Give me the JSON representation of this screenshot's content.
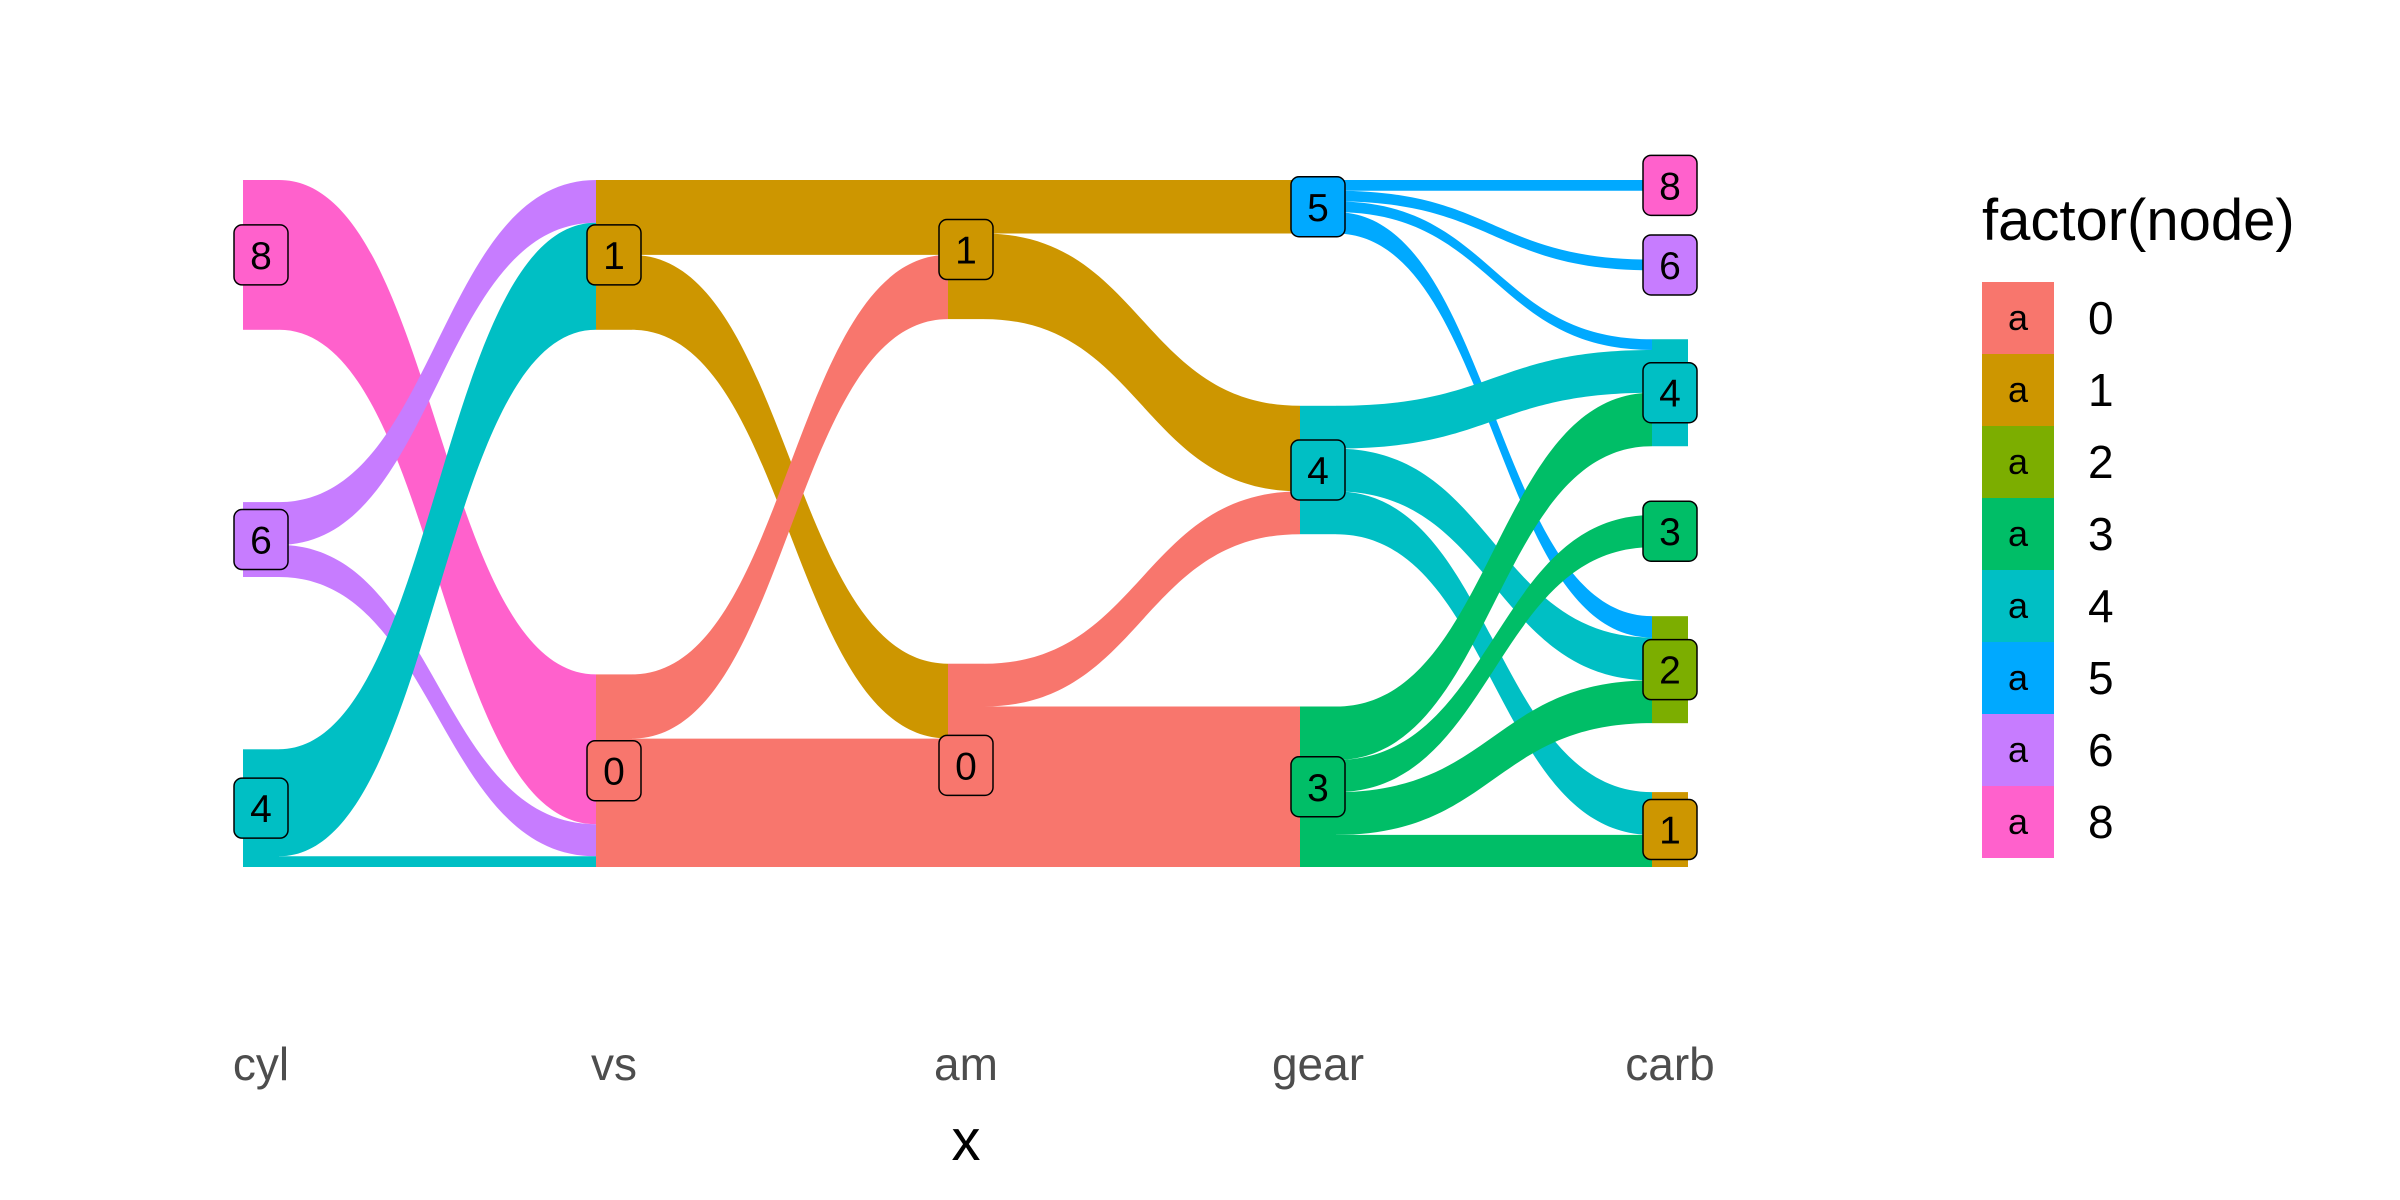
{
  "chart_data": {
    "type": "sankey",
    "title": "",
    "xlabel": "x",
    "ylabel": "",
    "grid": false,
    "legend": {
      "title": "factor(node)",
      "placement": "right",
      "key_glyph": "a",
      "entries": [
        {
          "label": "0",
          "color": "#F8766D"
        },
        {
          "label": "1",
          "color": "#CD9600"
        },
        {
          "label": "2",
          "color": "#7CAE00"
        },
        {
          "label": "3",
          "color": "#00BE67"
        },
        {
          "label": "4",
          "color": "#00BFC4"
        },
        {
          "label": "5",
          "color": "#00A9FF"
        },
        {
          "label": "6",
          "color": "#C77CFF"
        },
        {
          "label": "8",
          "color": "#FF61CC"
        }
      ]
    },
    "axes": [
      "cyl",
      "vs",
      "am",
      "gear",
      "carb"
    ],
    "colors": {
      "0": "#F8766D",
      "1": "#CD9600",
      "2": "#7CAE00",
      "3": "#00BE67",
      "4": "#00BFC4",
      "5": "#00A9FF",
      "6": "#C77CFF",
      "8": "#FF61CC"
    },
    "nodes": [
      {
        "axis": "cyl",
        "levels": [
          {
            "label": "8",
            "count": 14
          },
          {
            "label": "6",
            "count": 7
          },
          {
            "label": "4",
            "count": 11
          }
        ]
      },
      {
        "axis": "vs",
        "levels": [
          {
            "label": "1",
            "count": 14
          },
          {
            "label": "0",
            "count": 18
          }
        ]
      },
      {
        "axis": "am",
        "levels": [
          {
            "label": "1",
            "count": 13
          },
          {
            "label": "0",
            "count": 19
          }
        ]
      },
      {
        "axis": "gear",
        "levels": [
          {
            "label": "5",
            "count": 5
          },
          {
            "label": "4",
            "count": 12
          },
          {
            "label": "3",
            "count": 15
          }
        ]
      },
      {
        "axis": "carb",
        "levels": [
          {
            "label": "8",
            "count": 1
          },
          {
            "label": "6",
            "count": 1
          },
          {
            "label": "4",
            "count": 10
          },
          {
            "label": "3",
            "count": 3
          },
          {
            "label": "2",
            "count": 10
          },
          {
            "label": "1",
            "count": 7
          }
        ]
      }
    ],
    "flows": [
      {
        "from_axis": "cyl",
        "from": "8",
        "to": "0",
        "value": 14
      },
      {
        "from_axis": "cyl",
        "from": "6",
        "to": "1",
        "value": 4
      },
      {
        "from_axis": "cyl",
        "from": "6",
        "to": "0",
        "value": 3
      },
      {
        "from_axis": "cyl",
        "from": "4",
        "to": "1",
        "value": 10
      },
      {
        "from_axis": "cyl",
        "from": "4",
        "to": "0",
        "value": 1
      },
      {
        "from_axis": "vs",
        "from": "1",
        "to": "1",
        "value": 7
      },
      {
        "from_axis": "vs",
        "from": "1",
        "to": "0",
        "value": 7
      },
      {
        "from_axis": "vs",
        "from": "0",
        "to": "1",
        "value": 6
      },
      {
        "from_axis": "vs",
        "from": "0",
        "to": "0",
        "value": 12
      },
      {
        "from_axis": "am",
        "from": "1",
        "to": "5",
        "value": 5
      },
      {
        "from_axis": "am",
        "from": "1",
        "to": "4",
        "value": 8
      },
      {
        "from_axis": "am",
        "from": "0",
        "to": "4",
        "value": 4
      },
      {
        "from_axis": "am",
        "from": "0",
        "to": "3",
        "value": 15
      },
      {
        "from_axis": "gear",
        "from": "5",
        "to": "8",
        "value": 1
      },
      {
        "from_axis": "gear",
        "from": "5",
        "to": "6",
        "value": 1
      },
      {
        "from_axis": "gear",
        "from": "5",
        "to": "4",
        "value": 1
      },
      {
        "from_axis": "gear",
        "from": "5",
        "to": "2",
        "value": 2
      },
      {
        "from_axis": "gear",
        "from": "4",
        "to": "4",
        "value": 4
      },
      {
        "from_axis": "gear",
        "from": "4",
        "to": "2",
        "value": 4
      },
      {
        "from_axis": "gear",
        "from": "4",
        "to": "1",
        "value": 4
      },
      {
        "from_axis": "gear",
        "from": "3",
        "to": "4",
        "value": 5
      },
      {
        "from_axis": "gear",
        "from": "3",
        "to": "3",
        "value": 3
      },
      {
        "from_axis": "gear",
        "from": "3",
        "to": "2",
        "value": 4
      },
      {
        "from_axis": "gear",
        "from": "3",
        "to": "1",
        "value": 3
      }
    ]
  }
}
